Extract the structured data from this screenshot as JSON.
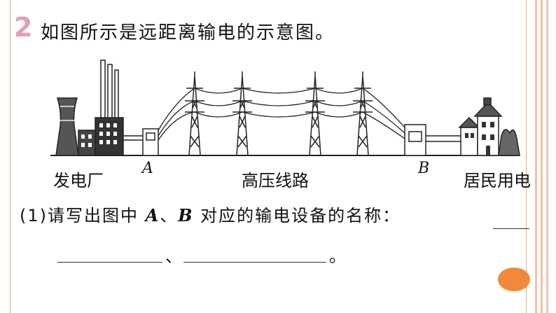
{
  "question": {
    "number": "2",
    "title": "如图所示是远距离输电的示意图。"
  },
  "figure": {
    "labels": {
      "power_plant": "发电厂",
      "point_a": "A",
      "high_voltage_line": "高压线路",
      "point_b": "B",
      "residential": "居民用电"
    }
  },
  "sub_question": {
    "prefix": "(1)请写出图中 ",
    "a": "A",
    "sep": "、",
    "b": "B",
    "suffix": " 对应的输电设备的名称：",
    "separator": "、",
    "end": "。"
  },
  "colors": {
    "border": "#e6a98a",
    "number": "#e0a0b8",
    "badge": "#f08a3a"
  }
}
